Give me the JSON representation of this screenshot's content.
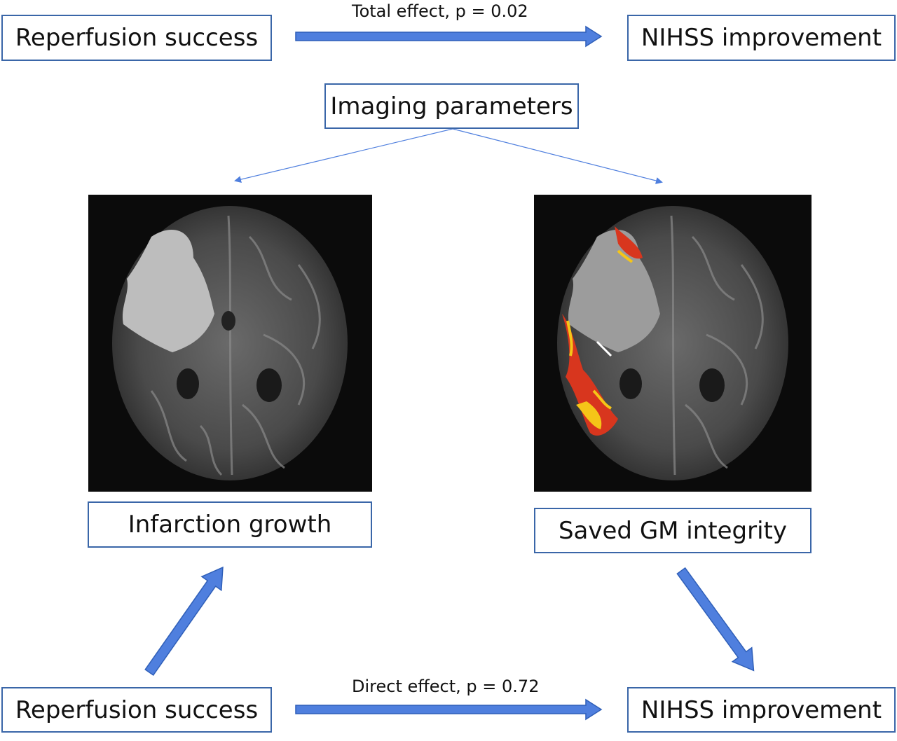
{
  "diagram": {
    "top": {
      "source": "Reperfusion success",
      "target": "NIHSS improvement",
      "edge_label": "Total effect, p = 0.02"
    },
    "imaging_parameters": "Imaging parameters",
    "left_mediator": "Infarction growth",
    "right_mediator": "Saved GM integrity",
    "bottom": {
      "source": "Reperfusion success",
      "target": "NIHSS improvement",
      "edge_label": "Direct effect, p = 0.72"
    }
  },
  "colors": {
    "box_border": "#3a66a8",
    "arrow_fill": "#4f7fde",
    "arrow_stroke": "#2f5fb8",
    "thin_arrow": "#4f7fde",
    "scan_background": "#0b0b0b",
    "infarct": "#bdbdbd",
    "overlay_red": "#d8361e",
    "overlay_yellow": "#f5c518"
  },
  "images": {
    "left_scan": "brain-mri-infarct",
    "right_scan": "brain-mri-gm-overlay"
  }
}
